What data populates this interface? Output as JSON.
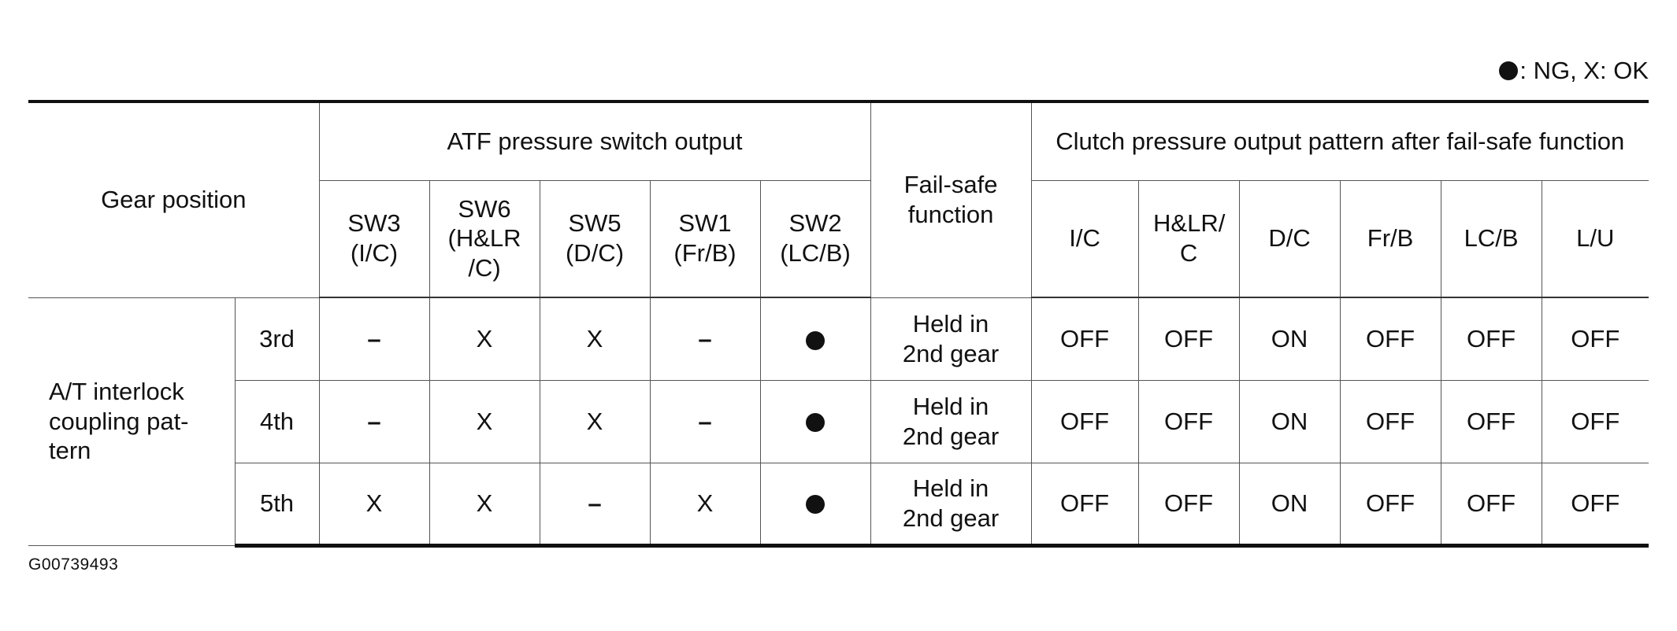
{
  "legend": {
    "ng_symbol": "●",
    "text": ": NG, X: OK"
  },
  "header": {
    "gear_position": "Gear position",
    "atf_group": "ATF pressure switch output",
    "fail_safe": "Fail-safe function",
    "clutch_group": "Clutch pressure output pattern after fail-safe function",
    "switches": [
      "SW3 (I/C)",
      "SW6 (H&LR /C)",
      "SW5 (D/C)",
      "SW1 (Fr/B)",
      "SW2 (LC/B)"
    ],
    "clutches": [
      "I/C",
      "H&LR/ C",
      "D/C",
      "Fr/B",
      "LC/B",
      "L/U"
    ]
  },
  "pattern_label": "A/T interlock coupling pat- tern",
  "rows": [
    {
      "gear": "3rd",
      "switches": [
        "–",
        "X",
        "X",
        "–",
        "●"
      ],
      "fail_safe": "Held in 2nd gear",
      "clutches": [
        "OFF",
        "OFF",
        "ON",
        "OFF",
        "OFF",
        "OFF"
      ]
    },
    {
      "gear": "4th",
      "switches": [
        "–",
        "X",
        "X",
        "–",
        "●"
      ],
      "fail_safe": "Held in 2nd gear",
      "clutches": [
        "OFF",
        "OFF",
        "ON",
        "OFF",
        "OFF",
        "OFF"
      ]
    },
    {
      "gear": "5th",
      "switches": [
        "X",
        "X",
        "–",
        "X",
        "●"
      ],
      "fail_safe": "Held in 2nd gear",
      "clutches": [
        "OFF",
        "OFF",
        "ON",
        "OFF",
        "OFF",
        "OFF"
      ]
    }
  ],
  "figure_id": "G00739493"
}
